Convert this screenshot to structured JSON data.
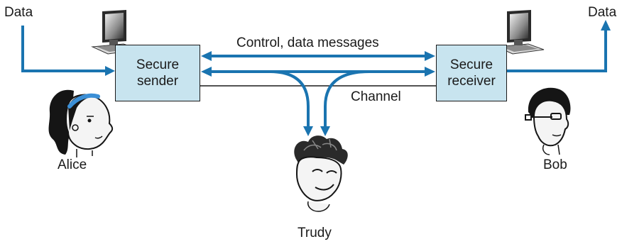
{
  "labels": {
    "data_left": "Data",
    "data_right": "Data",
    "messages": "Control, data messages",
    "channel": "Channel"
  },
  "sender": {
    "line1": "Secure",
    "line2": "sender"
  },
  "receiver": {
    "line1": "Secure",
    "line2": "receiver"
  },
  "people": {
    "alice": "Alice",
    "bob": "Bob",
    "trudy": "Trudy"
  },
  "colors": {
    "arrow": "#1a74b0",
    "box_fill": "#c8e4ef",
    "line": "#1a1a1a",
    "headband": "#3b8fd6",
    "skin": "#f4f4f4"
  },
  "icons": [
    "computer-icon",
    "alice-figure",
    "bob-figure",
    "trudy-figure"
  ]
}
